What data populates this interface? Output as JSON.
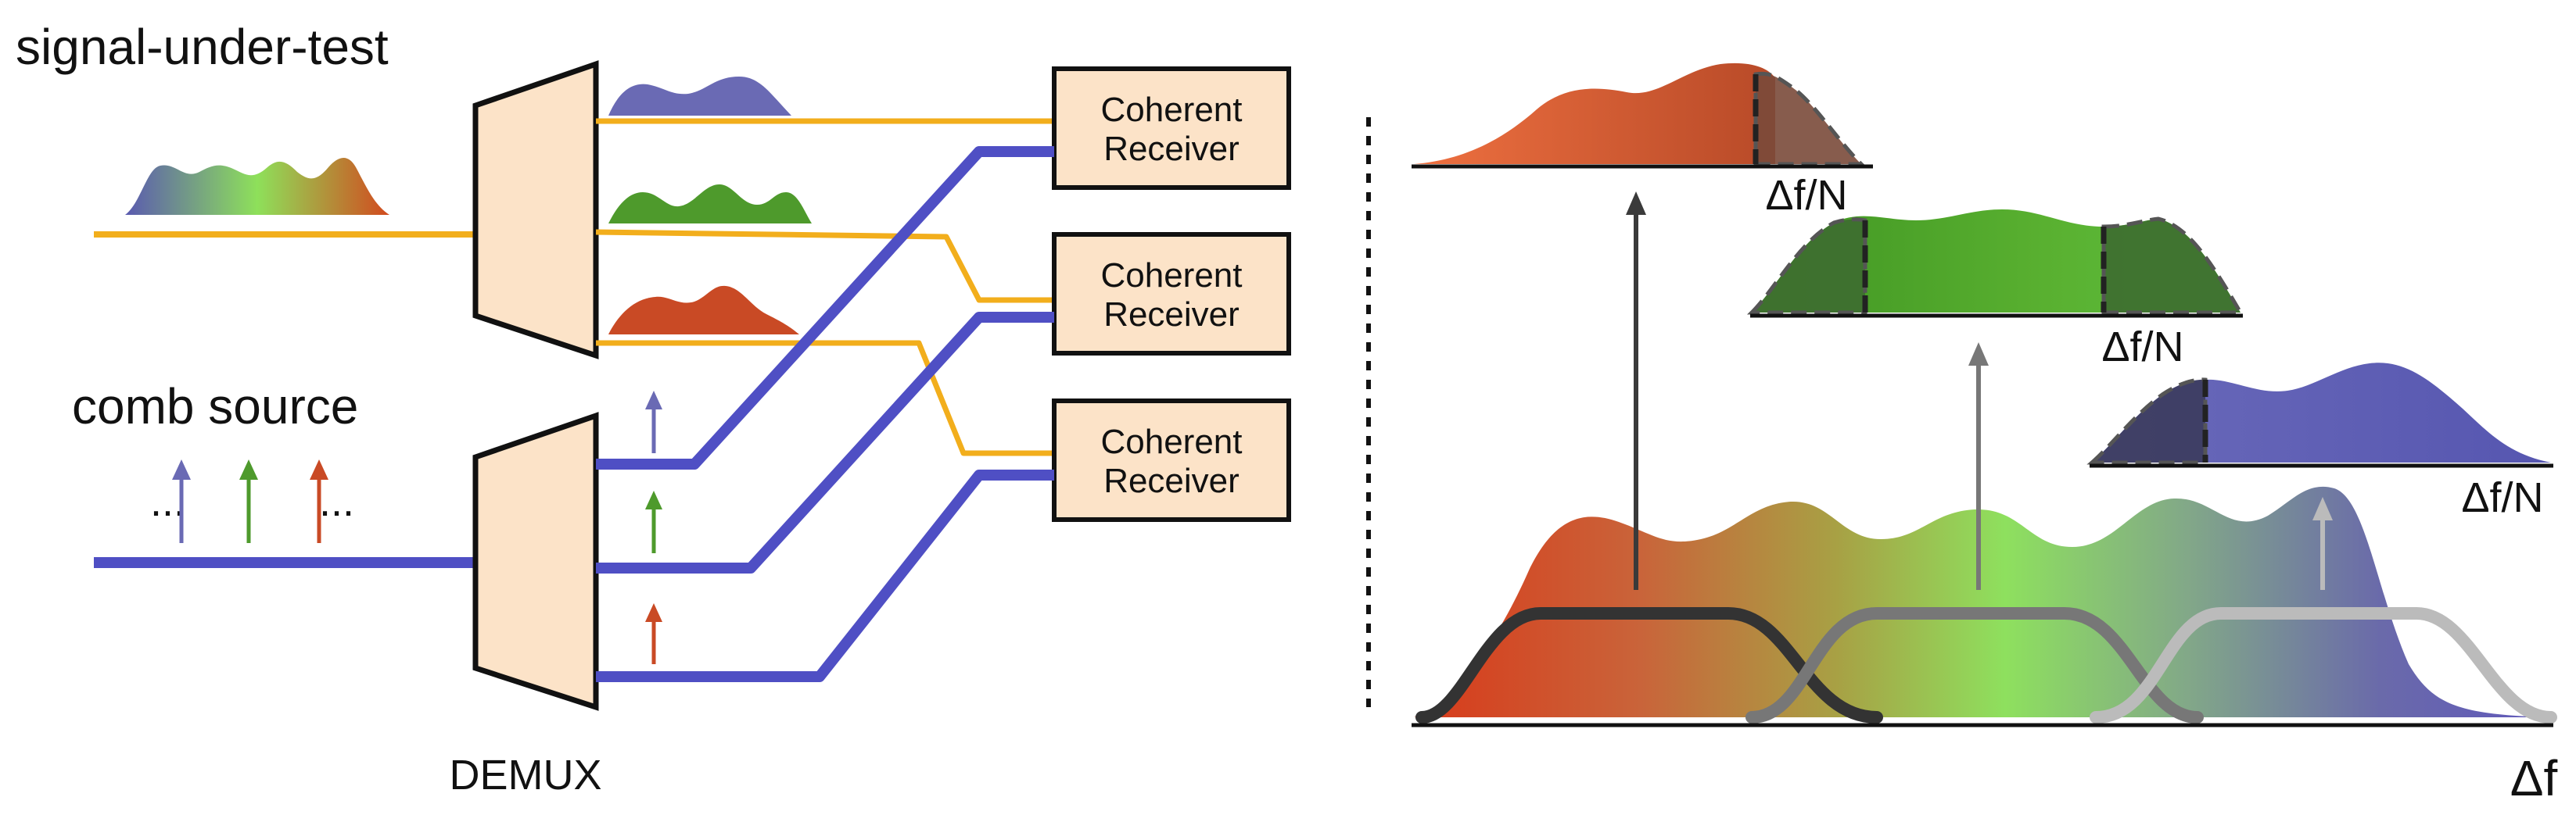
{
  "labels": {
    "signal_under_test": "signal-under-test",
    "comb_source": "comb source",
    "demux": "DEMUX",
    "delta_f": "Δf",
    "delta_f_over_n": "Δf/N",
    "ellipsis": "..."
  },
  "receivers": [
    {
      "line1": "Coherent",
      "line2": "Receiver"
    },
    {
      "line1": "Coherent",
      "line2": "Receiver"
    },
    {
      "line1": "Coherent",
      "line2": "Receiver"
    }
  ],
  "colors": {
    "signal_fiber": "#F2AE1C",
    "comb_fiber": "#4F4FC4",
    "demux_fill": "#FCE3C8",
    "receiver_fill": "#FCE3C8",
    "slice_red": "#C94A25",
    "slice_green": "#4E9A2C",
    "slice_purple": "#6A6AB4",
    "filter_dark": "#333333",
    "filter_mid": "#777777",
    "filter_light": "#BBBBBB"
  }
}
